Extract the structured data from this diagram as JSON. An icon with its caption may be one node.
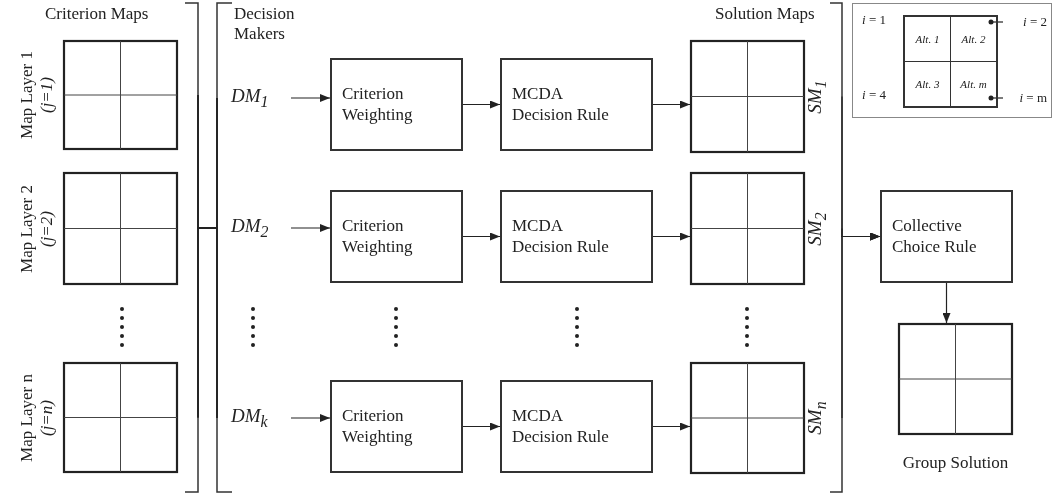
{
  "diagram": {
    "nodes": [
      {
        "text": [],
        "shape": "box",
        "beside": [
          "Map Layer 1",
          "(j=1)"
        ]
      },
      {
        "text": [],
        "shape": "box",
        "beside": [
          "Map Layer 2",
          "(j=2)"
        ]
      },
      {
        "text": [],
        "shape": "box",
        "beside": [
          "Map Layer n",
          "(j=n)"
        ]
      },
      {
        "text": [
          "DM$_{1}$"
        ]
      },
      {
        "text": [
          "Criterion Weighting"
        ]
      },
      {
        "text": [
          "MCDA Decision Rule"
        ]
      },
      {
        "text": [],
        "shape": "box",
        "beside": [
          "SM$_{1}$"
        ]
      },
      {
        "text": [
          "DM$_{2}$"
        ]
      },
      {
        "text": [
          "Criterion Weighting"
        ]
      },
      {
        "text": [
          "MCDA Decision Rule"
        ]
      },
      {
        "text": [],
        "shape": "box",
        "beside": [
          "SM$_{2}$"
        ]
      },
      {
        "text": [
          "DM$_{k}$"
        ]
      },
      {
        "text": [
          "Criterion Weighting"
        ]
      },
      {
        "text": [
          "MCDA Decision Rule"
        ]
      },
      {
        "text": [],
        "shape": "box",
        "beside": [
          "SM$_{n}$"
        ]
      },
      {
        "text": [
          "Collective Choice Rule"
        ]
      },
      {
        "text": [],
        "shape": "box",
        "beside": [
          "Group Solution"
        ]
      },
      {
        "text": [],
        "shape": "box"
      },
      {
        "text": [
          "Alt. 1"
        ],
        "in": 17
      },
      {
        "text": [
          "Alt. 2"
        ],
        "in": 17
      },
      {
        "text": [
          "Alt. 3"
        ],
        "in": 17
      },
      {
        "text": [
          "Alt. m"
        ],
        "in": 17
      },
      {
        "text": [
          "*i* = 2"
        ],
        "in": 17
      },
      {
        "text": [
          "*i* = m"
        ],
        "in": 17
      }
    ],
    "edges": [
      {
        "from": 0,
        "to": 3,
        "arrow": "none"
      },
      {
        "from": 0,
        "to": 7,
        "arrow": "none"
      },
      {
        "from": 0,
        "to": 11,
        "arrow": "none"
      },
      {
        "from": 1,
        "to": 3,
        "arrow": "none"
      },
      {
        "from": 1,
        "to": 7,
        "arrow": "none"
      },
      {
        "from": 1,
        "to": 11,
        "arrow": "none"
      },
      {
        "from": 2,
        "to": 3,
        "arrow": "none"
      },
      {
        "from": 2,
        "to": 7,
        "arrow": "none"
      },
      {
        "from": 2,
        "to": 11,
        "arrow": "none"
      },
      {
        "from": 3,
        "to": 4,
        "arrow": "to"
      },
      {
        "from": 4,
        "to": 5,
        "arrow": "to"
      },
      {
        "from": 5,
        "to": 6,
        "arrow": "to"
      },
      {
        "from": 7,
        "to": 8,
        "arrow": "to"
      },
      {
        "from": 8,
        "to": 9,
        "arrow": "to"
      },
      {
        "from": 9,
        "to": 10,
        "arrow": "to"
      },
      {
        "from": 11,
        "to": 12,
        "arrow": "to"
      },
      {
        "from": 12,
        "to": 13,
        "arrow": "to"
      },
      {
        "from": 13,
        "to": 14,
        "arrow": "to"
      },
      {
        "from": 6,
        "to": 15,
        "arrow": "to"
      },
      {
        "from": 10,
        "to": 15,
        "arrow": "to"
      },
      {
        "from": 14,
        "to": 15,
        "arrow": "to"
      },
      {
        "from": 15,
        "to": 16,
        "arrow": "to"
      },
      {
        "from": 22,
        "to": 19,
        "arrow": "other"
      },
      {
        "from": 23,
        "to": 21,
        "arrow": "other"
      }
    ],
    "labels": [
      "Criterion Maps",
      "Decision Makers",
      "Solution Maps",
      "*i* = 1",
      "*i* = 4"
    ]
  }
}
